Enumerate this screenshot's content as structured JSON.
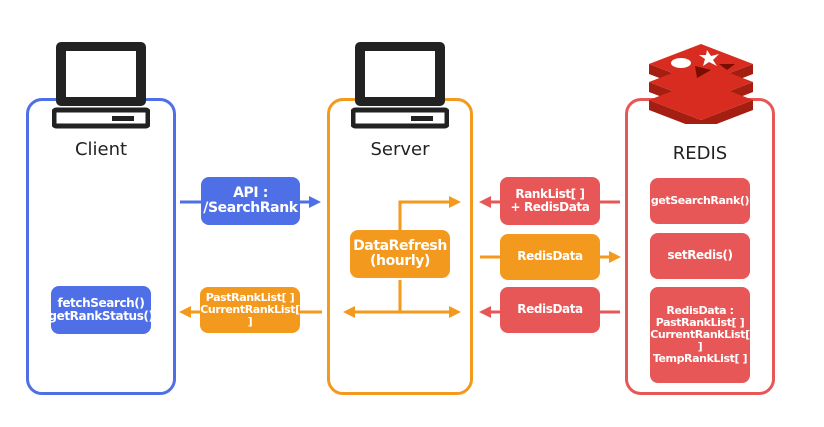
{
  "titles": {
    "client": "Client",
    "server": "Server",
    "redis": "REDIS"
  },
  "messages": {
    "api": [
      "API :",
      "/SearchRank"
    ],
    "rank_list": [
      "RankList[ ]",
      "+ RedisData"
    ],
    "redis_data_mid": "RedisData",
    "redis_data_low": "RedisData",
    "past_current": [
      "PastRankList[ ]",
      "CurrentRankList[ ]"
    ]
  },
  "client_box": [
    "fetchSearch()",
    "getRankStatus()"
  ],
  "server_box": [
    "DataRefresh",
    "(hourly)"
  ],
  "redis_boxes": {
    "get": "getSearchRank()",
    "set": "setRedis()",
    "data": [
      "RedisData :",
      "PastRankList[ ]",
      "CurrentRankList[ ]",
      "TempRankList[ ]"
    ]
  },
  "colors": {
    "blue": "#4f6fe6",
    "orange": "#f39a1e",
    "red": "#e85757",
    "redis_logo": "#d82c20"
  },
  "icons": [
    "computer-icon",
    "computer-icon",
    "redis-logo-icon"
  ]
}
